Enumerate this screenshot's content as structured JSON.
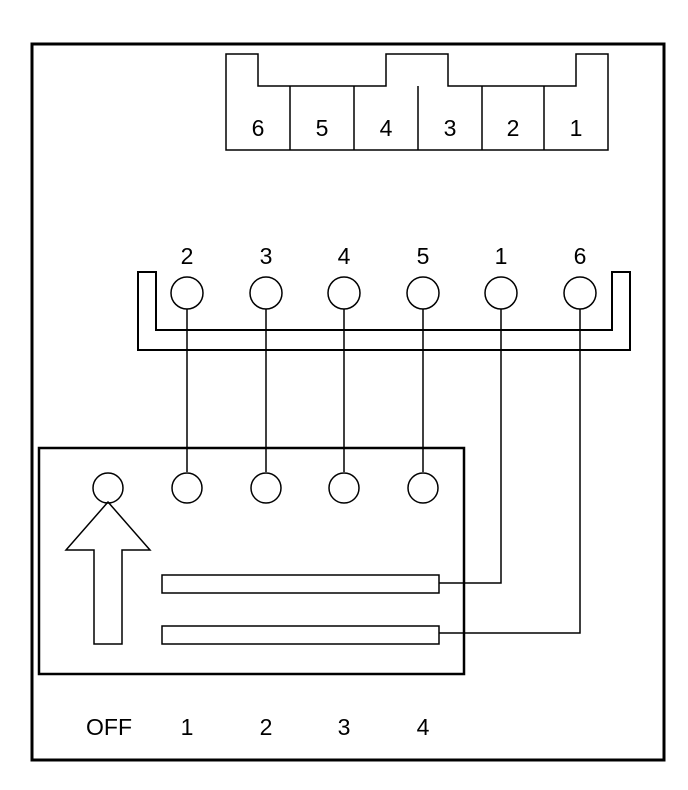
{
  "connector": {
    "pins": [
      "6",
      "5",
      "4",
      "3",
      "2",
      "1"
    ]
  },
  "terminals": {
    "labels": [
      "2",
      "3",
      "4",
      "5",
      "1",
      "6"
    ]
  },
  "switch": {
    "positions": [
      "OFF",
      "1",
      "2",
      "3",
      "4"
    ]
  },
  "colors": {
    "line": "#000000",
    "background": "#ffffff"
  },
  "icons": {
    "direction_arrow": "up-arrow-icon"
  }
}
